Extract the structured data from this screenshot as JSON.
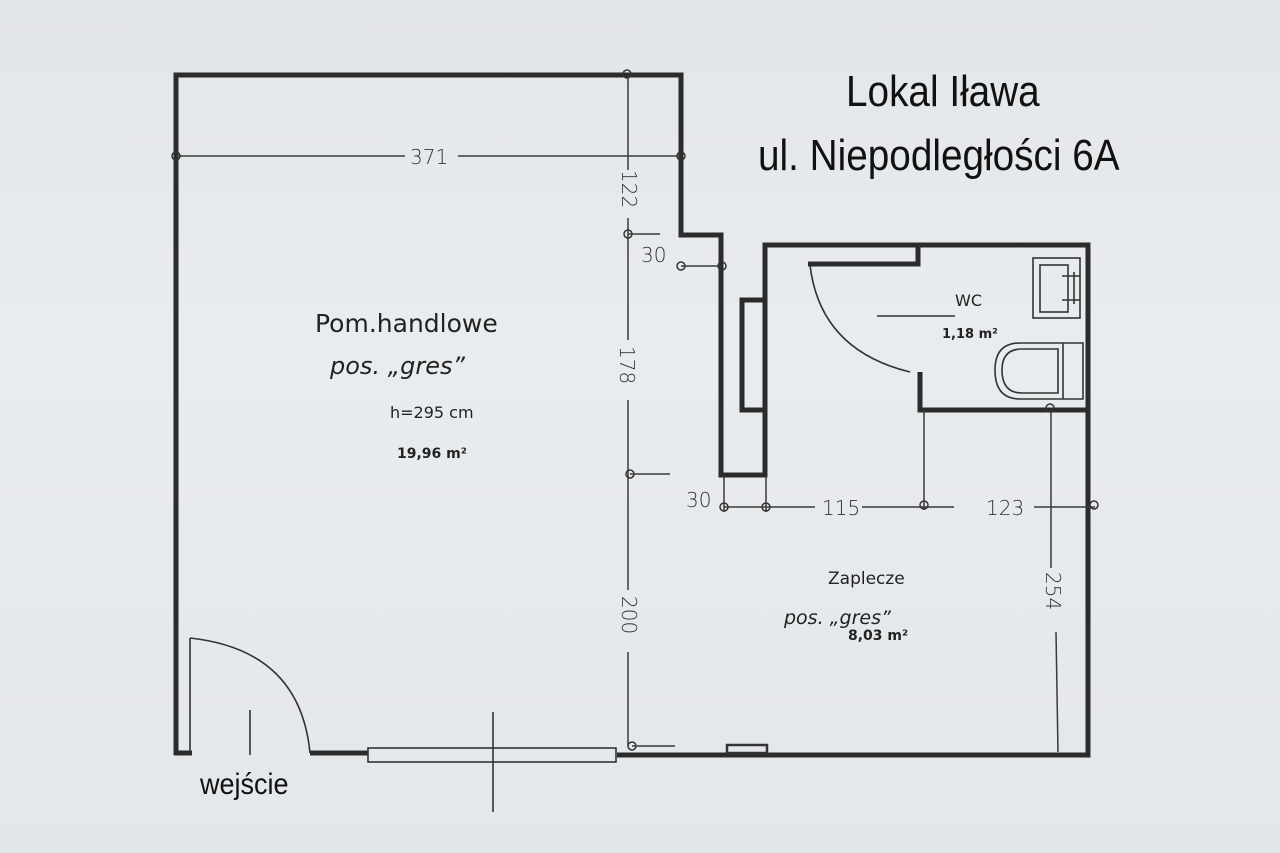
{
  "header": {
    "title_line1": "Lokal Iława",
    "title_line2": "ul. Niepodległości 6A"
  },
  "rooms": {
    "sales_room": {
      "name": "Pom.handlowe",
      "floor": "pos. „gres”",
      "height": "h=295 cm",
      "area": "19,96 m²"
    },
    "wc": {
      "name": "WC",
      "area": "1,18 m²"
    },
    "back_room": {
      "name": "Zaplecze",
      "floor": "pos. „gres”",
      "area": "8,03 m²"
    }
  },
  "dimensions": {
    "top_width": "371",
    "right_upper": "122",
    "step_top": "30",
    "left_mid": "178",
    "left_low": "200",
    "step_bottom": "30",
    "back_left": "115",
    "back_right": "123",
    "back_height": "254"
  },
  "labels": {
    "entrance": "wejście"
  },
  "colors": {
    "paper": "#e6e9ec",
    "walls": "#2b2b2b",
    "text": "#111111"
  }
}
